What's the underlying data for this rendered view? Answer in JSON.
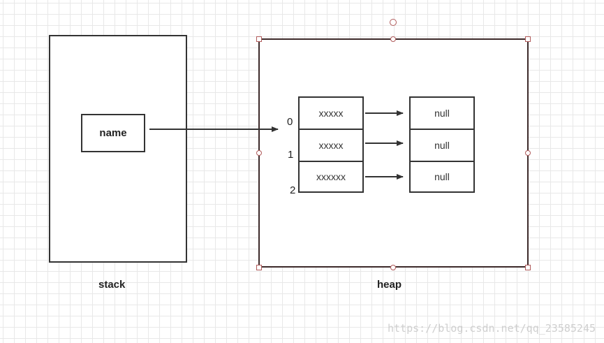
{
  "stack": {
    "caption": "stack",
    "variable": "name"
  },
  "heap": {
    "caption": "heap",
    "indices": [
      "0",
      "1",
      "2"
    ],
    "array_cells": [
      "xxxxx",
      "xxxxx",
      "xxxxxx"
    ],
    "target_cells": [
      "null",
      "null",
      "null"
    ]
  },
  "watermark": "https://blog.csdn.net/qq_23585245",
  "colors": {
    "stroke": "#333333",
    "heap_border": "#3d2a2a",
    "selection_handle": "#b05a5a",
    "grid": "#e8e8e8"
  }
}
